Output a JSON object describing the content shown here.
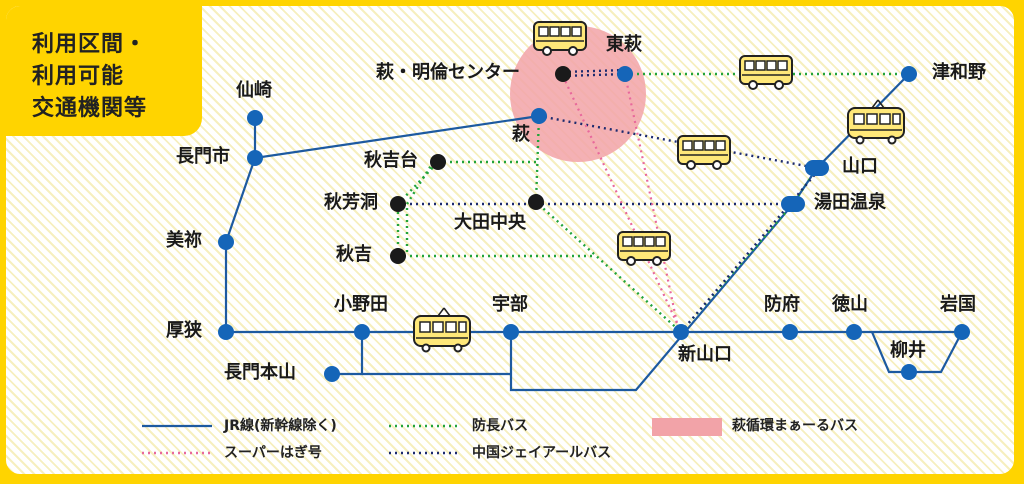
{
  "header": {
    "line1": "利用区間・",
    "line2": "利用可能",
    "line3": "交通機関等"
  },
  "stations": {
    "senzaki": "仙崎",
    "nagatoshi": "長門市",
    "mine": "美祢",
    "asa": "厚狭",
    "onoda": "小野田",
    "nagato_motoyama": "長門本山",
    "ube": "宇部",
    "shin_yamaguchi": "新山口",
    "hofu": "防府",
    "tokuyama": "徳山",
    "iwakuni": "岩国",
    "yanai": "柳井",
    "hagi": "萩",
    "higashi_hagi": "東萩",
    "hagi_meirin": "萩・明倫センター",
    "tsuwano": "津和野",
    "yamaguchi": "山口",
    "yuda_onsen": "湯田温泉",
    "akiyoshidai": "秋吉台",
    "shuhodo": "秋芳洞",
    "akiyoshi": "秋吉",
    "ota_chuo": "大田中央"
  },
  "legend": {
    "jr_line": "JR線(新幹線除く)",
    "super_hagi": "スーパーはぎ号",
    "bocho_bus": "防長バス",
    "chugoku_jr_bus": "中国ジェイアールバス",
    "hagi_maaru_bus": "萩循環まぁーるバス"
  },
  "colors": {
    "frame": "#ffd400",
    "jr_line": "#1d5aa0",
    "super_hagi": "#e8689b",
    "bocho_bus": "#22a33a",
    "chugoku_jr_bus": "#1c2a6e",
    "hagi_maaru_area": "#f2a3a8",
    "station_jr": "#1565b8",
    "station_bus": "#1a1a1a",
    "vehicle": "#ffe879"
  },
  "icons": [
    "bus-icon",
    "train-icon"
  ]
}
